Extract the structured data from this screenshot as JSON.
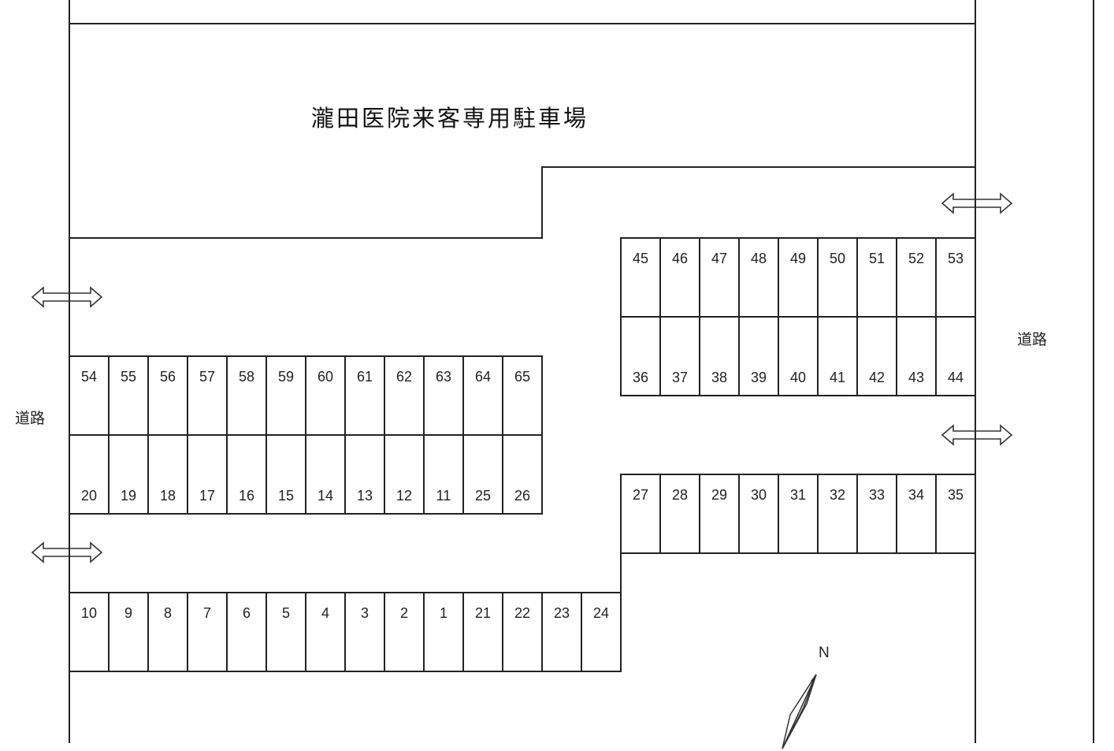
{
  "title": "瀧田医院来客専用駐車場",
  "roads": {
    "left_label": "道路",
    "right_label": "道路"
  },
  "compass": {
    "label": "N"
  },
  "colors": {
    "line": "#222222",
    "background": "#ffffff",
    "arrow_fill": "#ffffff"
  },
  "rows": {
    "left_upper": [
      "54",
      "55",
      "56",
      "57",
      "58",
      "59",
      "60",
      "61",
      "62",
      "63",
      "64",
      "65"
    ],
    "left_lower": [
      "20",
      "19",
      "18",
      "17",
      "16",
      "15",
      "14",
      "13",
      "12",
      "11",
      "25",
      "26"
    ],
    "bottom": [
      "10",
      "9",
      "8",
      "7",
      "6",
      "5",
      "4",
      "3",
      "2",
      "1",
      "21",
      "22",
      "23",
      "24"
    ],
    "right_upper": [
      "45",
      "46",
      "47",
      "48",
      "49",
      "50",
      "51",
      "52",
      "53"
    ],
    "right_lower": [
      "36",
      "37",
      "38",
      "39",
      "40",
      "41",
      "42",
      "43",
      "44"
    ],
    "right_middle": [
      "27",
      "28",
      "29",
      "30",
      "31",
      "32",
      "33",
      "34",
      "35"
    ]
  },
  "entrances": [
    {
      "name": "entrance-left-upper",
      "direction": "two-way"
    },
    {
      "name": "entrance-left-lower",
      "direction": "two-way"
    },
    {
      "name": "entrance-right-upper",
      "direction": "two-way"
    },
    {
      "name": "entrance-right-lower",
      "direction": "two-way"
    }
  ]
}
